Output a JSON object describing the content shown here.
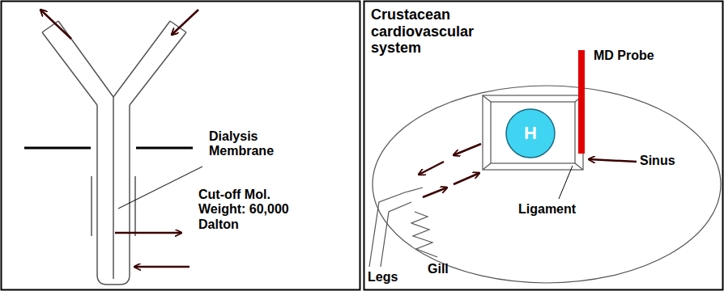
{
  "diagram": {
    "nodes": [
      {
        "text": [
          "H"
        ]
      }
    ],
    "labels": [
      "Dialysis Membrane",
      "Cut-off Mol. Weight: 60,000 Dalton",
      "Crustacean cardiovascular system",
      "MD Probe",
      "Sinus",
      "Ligament",
      "Gill",
      "Legs"
    ]
  }
}
